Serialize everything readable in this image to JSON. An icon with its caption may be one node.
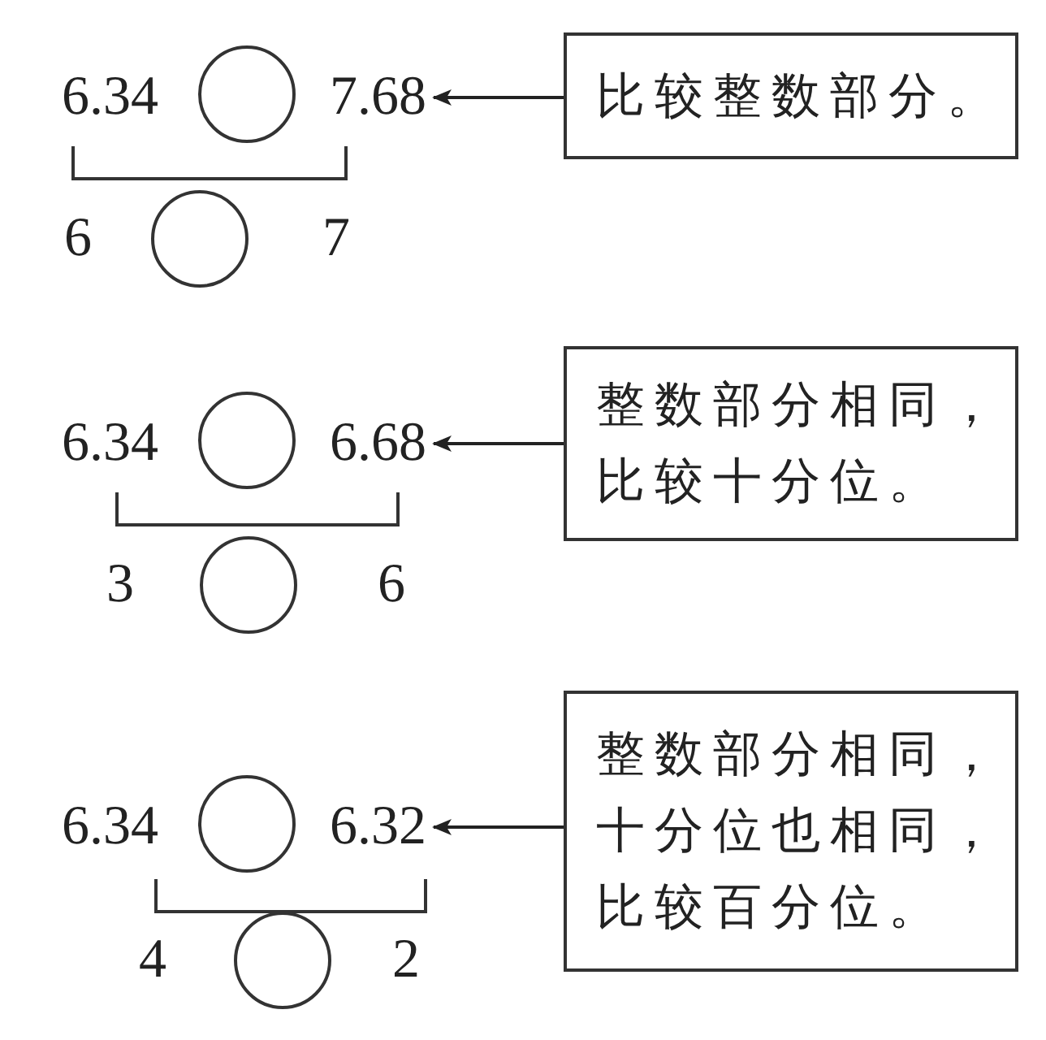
{
  "diagram": {
    "nodes": [
      {
        "text": [],
        "shape": "circle"
      },
      {
        "text": [
          "7.68"
        ]
      },
      {
        "text": [
          "比较整数部分。"
        ]
      },
      {
        "text": [],
        "shape": "circle"
      },
      {
        "text": [],
        "shape": "circle"
      },
      {
        "text": [
          "6.68"
        ]
      },
      {
        "text": [
          "整数部分相同，比较十分位。"
        ]
      },
      {
        "text": [],
        "shape": "circle"
      },
      {
        "text": [],
        "shape": "circle"
      },
      {
        "text": [
          "6.32"
        ]
      },
      {
        "text": [
          "整数部分相同，十分位也相同，比较百分位。"
        ]
      },
      {
        "text": [],
        "shape": "circle"
      }
    ],
    "edges": [
      {
        "from": 2,
        "to": 1,
        "arrow": "to"
      },
      {
        "from": 6,
        "to": 5,
        "arrow": "to"
      },
      {
        "from": 10,
        "to": 9,
        "arrow": "to"
      }
    ],
    "labels": [
      "6.34",
      "6",
      "7",
      "6.34",
      "3",
      "6",
      "6.34",
      "4",
      "2"
    ]
  }
}
